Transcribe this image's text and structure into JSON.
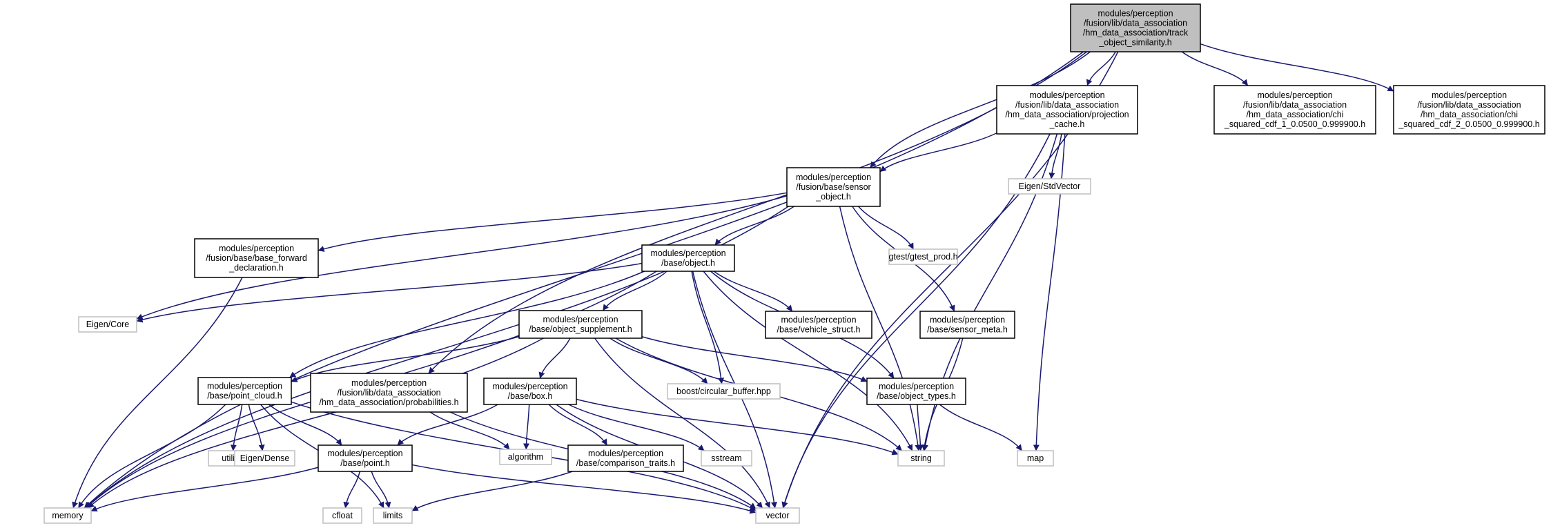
{
  "colors": {
    "edge": "#191970",
    "node_border": "#000000",
    "external_border": "#bfbfbf",
    "root_fill": "#bfbfbf",
    "node_fill": "#ffffff"
  },
  "nodes": [
    {
      "id": "root",
      "kind": "root",
      "lines": [
        "modules/perception",
        "/fusion/lib/data_association",
        "/hm_data_association/track",
        "_object_similarity.h"
      ]
    },
    {
      "id": "projection_cache",
      "kind": "normal",
      "lines": [
        "modules/perception",
        "/fusion/lib/data_association",
        "/hm_data_association/projection",
        "_cache.h"
      ]
    },
    {
      "id": "chi1",
      "kind": "normal",
      "lines": [
        "modules/perception",
        "/fusion/lib/data_association",
        "/hm_data_association/chi",
        "_squared_cdf_1_0.0500_0.999900.h"
      ]
    },
    {
      "id": "chi2",
      "kind": "normal",
      "lines": [
        "modules/perception",
        "/fusion/lib/data_association",
        "/hm_data_association/chi",
        "_squared_cdf_2_0.0500_0.999900.h"
      ]
    },
    {
      "id": "sensor_object",
      "kind": "normal",
      "lines": [
        "modules/perception",
        "/fusion/base/sensor",
        "_object.h"
      ]
    },
    {
      "id": "eigen_stdvector",
      "kind": "external",
      "lines": [
        "Eigen/StdVector"
      ]
    },
    {
      "id": "base_forward",
      "kind": "normal",
      "lines": [
        "modules/perception",
        "/fusion/base/base_forward",
        "_declaration.h"
      ]
    },
    {
      "id": "gtest_prod",
      "kind": "external",
      "lines": [
        "gtest/gtest_prod.h"
      ]
    },
    {
      "id": "object_h",
      "kind": "normal",
      "lines": [
        "modules/perception",
        "/base/object.h"
      ]
    },
    {
      "id": "eigen_core",
      "kind": "external",
      "lines": [
        "Eigen/Core"
      ]
    },
    {
      "id": "object_supplement",
      "kind": "normal",
      "lines": [
        "modules/perception",
        "/base/object_supplement.h"
      ]
    },
    {
      "id": "vehicle_struct",
      "kind": "normal",
      "lines": [
        "modules/perception",
        "/base/vehicle_struct.h"
      ]
    },
    {
      "id": "sensor_meta",
      "kind": "normal",
      "lines": [
        "modules/perception",
        "/base/sensor_meta.h"
      ]
    },
    {
      "id": "point_cloud",
      "kind": "normal",
      "lines": [
        "modules/perception",
        "/base/point_cloud.h"
      ]
    },
    {
      "id": "probabilities",
      "kind": "normal",
      "lines": [
        "modules/perception",
        "/fusion/lib/data_association",
        "/hm_data_association/probabilities.h"
      ]
    },
    {
      "id": "box_h",
      "kind": "normal",
      "lines": [
        "modules/perception",
        "/base/box.h"
      ]
    },
    {
      "id": "circular_buffer",
      "kind": "external",
      "lines": [
        "boost/circular_buffer.hpp"
      ]
    },
    {
      "id": "object_types",
      "kind": "normal",
      "lines": [
        "modules/perception",
        "/base/object_types.h"
      ]
    },
    {
      "id": "utility",
      "kind": "external",
      "lines": [
        "utility"
      ]
    },
    {
      "id": "eigen_dense",
      "kind": "external",
      "lines": [
        "Eigen/Dense"
      ]
    },
    {
      "id": "point_h",
      "kind": "normal",
      "lines": [
        "modules/perception",
        "/base/point.h"
      ]
    },
    {
      "id": "algorithm",
      "kind": "external",
      "lines": [
        "algorithm"
      ]
    },
    {
      "id": "comparison_traits",
      "kind": "normal",
      "lines": [
        "modules/perception",
        "/base/comparison_traits.h"
      ]
    },
    {
      "id": "sstream",
      "kind": "external",
      "lines": [
        "sstream"
      ]
    },
    {
      "id": "string",
      "kind": "external",
      "lines": [
        "string"
      ]
    },
    {
      "id": "map",
      "kind": "external",
      "lines": [
        "map"
      ]
    },
    {
      "id": "memory",
      "kind": "external",
      "lines": [
        "memory"
      ]
    },
    {
      "id": "cfloat",
      "kind": "external",
      "lines": [
        "cfloat"
      ]
    },
    {
      "id": "limits",
      "kind": "external",
      "lines": [
        "limits"
      ]
    },
    {
      "id": "vector",
      "kind": "external",
      "lines": [
        "vector"
      ]
    }
  ],
  "edges": [
    [
      "root",
      "projection_cache"
    ],
    [
      "root",
      "chi1"
    ],
    [
      "root",
      "chi2"
    ],
    [
      "root",
      "sensor_object"
    ],
    [
      "root",
      "probabilities"
    ],
    [
      "root",
      "memory"
    ],
    [
      "root",
      "vector"
    ],
    [
      "projection_cache",
      "sensor_object"
    ],
    [
      "projection_cache",
      "eigen_stdvector"
    ],
    [
      "projection_cache",
      "string"
    ],
    [
      "projection_cache",
      "map"
    ],
    [
      "projection_cache",
      "vector"
    ],
    [
      "sensor_object",
      "base_forward"
    ],
    [
      "sensor_object",
      "gtest_prod"
    ],
    [
      "sensor_object",
      "object_h"
    ],
    [
      "sensor_object",
      "eigen_core"
    ],
    [
      "sensor_object",
      "sensor_meta"
    ],
    [
      "sensor_object",
      "memory"
    ],
    [
      "sensor_object",
      "string"
    ],
    [
      "base_forward",
      "memory"
    ],
    [
      "object_h",
      "eigen_core"
    ],
    [
      "object_h",
      "object_supplement"
    ],
    [
      "object_h",
      "vehicle_struct"
    ],
    [
      "object_h",
      "object_types"
    ],
    [
      "object_h",
      "point_cloud"
    ],
    [
      "object_h",
      "circular_buffer"
    ],
    [
      "object_h",
      "memory"
    ],
    [
      "object_h",
      "string"
    ],
    [
      "object_h",
      "vector"
    ],
    [
      "object_supplement",
      "point_cloud"
    ],
    [
      "object_supplement",
      "box_h"
    ],
    [
      "object_supplement",
      "circular_buffer"
    ],
    [
      "object_supplement",
      "object_types"
    ],
    [
      "object_supplement",
      "memory"
    ],
    [
      "object_supplement",
      "string"
    ],
    [
      "object_supplement",
      "vector"
    ],
    [
      "sensor_meta",
      "string"
    ],
    [
      "point_cloud",
      "utility"
    ],
    [
      "point_cloud",
      "eigen_dense"
    ],
    [
      "point_cloud",
      "point_h"
    ],
    [
      "point_cloud",
      "memory"
    ],
    [
      "point_cloud",
      "limits"
    ],
    [
      "point_cloud",
      "vector"
    ],
    [
      "probabilities",
      "algorithm"
    ],
    [
      "probabilities",
      "vector"
    ],
    [
      "box_h",
      "algorithm"
    ],
    [
      "box_h",
      "comparison_traits"
    ],
    [
      "box_h",
      "sstream"
    ],
    [
      "box_h",
      "point_h"
    ],
    [
      "box_h",
      "string"
    ],
    [
      "box_h",
      "vector"
    ],
    [
      "object_types",
      "string"
    ],
    [
      "object_types",
      "map"
    ],
    [
      "point_h",
      "memory"
    ],
    [
      "point_h",
      "cfloat"
    ],
    [
      "point_h",
      "limits"
    ],
    [
      "point_h",
      "vector"
    ],
    [
      "comparison_traits",
      "limits"
    ]
  ]
}
